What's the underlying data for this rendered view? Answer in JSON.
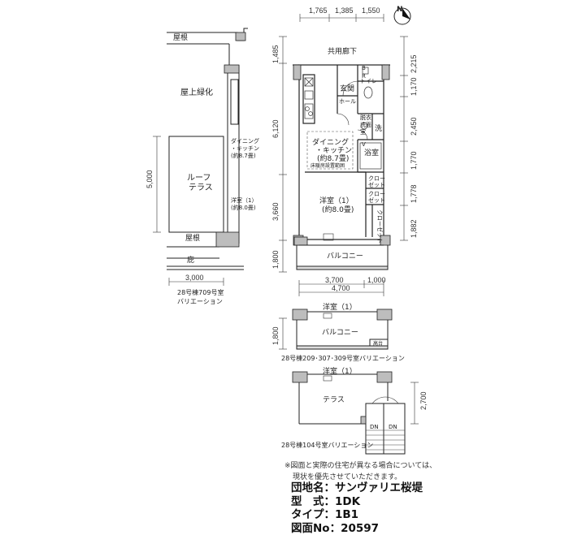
{
  "compass": {
    "label": "N"
  },
  "top_dims": [
    "1,765",
    "1,385",
    "1,550"
  ],
  "right_dims": [
    "2,215",
    "1,170",
    "2,450",
    "1,770",
    "1,778",
    "1,882"
  ],
  "left_dims": [
    "1,485",
    "6,120",
    "3,660",
    "1,800"
  ],
  "bottom_dims": {
    "a": "3,700",
    "b": "1,000",
    "total": "4,700"
  },
  "main_rooms": {
    "corridor": "共用廊下",
    "entrance": "玄関",
    "hall": "ホール",
    "toilet": "トイレ",
    "washroom": [
      "脱衣",
      "洗面",
      "室"
    ],
    "wash": "洗",
    "bath": "浴室",
    "dining": [
      "ダイニング",
      "・キッチン",
      "(約8.7畳)"
    ],
    "floor_heat": "床暖房設置範囲",
    "closet1": [
      "クロー",
      "ゼット"
    ],
    "closet2": [
      "クロー",
      "ゼット"
    ],
    "closet3": "クローゼット",
    "bedroom": [
      "洋室（1）",
      "(約8.0畳)"
    ],
    "balcony": "バルコニー",
    "b": "B",
    "r": "R",
    "v": "V"
  },
  "variation_709": {
    "rooftop": "屋根",
    "green": "屋上緑化",
    "roof_terrace": [
      "ルーフ",
      "テラス"
    ],
    "dining": [
      "ダイニング",
      "・キッチン",
      "(約8.7畳)"
    ],
    "bedroom": [
      "洋室（1）",
      "(約8.0畳)"
    ],
    "roof_bottom": "屋根",
    "eaves": "庇",
    "dim_width": "3,000",
    "dim_height": "5,000",
    "caption": [
      "28号棟709号室",
      "バリエーション"
    ]
  },
  "variation_209": {
    "bedroom": "洋室（1）",
    "balcony": "バルコニー",
    "skylight": "高台",
    "dim": "1,800",
    "caption": "28号棟209･307･309号室バリエーション"
  },
  "variation_104": {
    "bedroom": "洋室（1）",
    "terrace": "テラス",
    "dn1": "DN",
    "dn2": "DN",
    "dim": "2,700",
    "caption": "28号棟104号室バリエーション"
  },
  "note": [
    "※図面と実際の住宅が異なる場合については、",
    "現状を優先させていただきます。"
  ],
  "info": [
    {
      "label": "団地名",
      "value": "：サンヴァリエ桜堤"
    },
    {
      "label": "型　式",
      "value": "：1DK"
    },
    {
      "label": "タイプ",
      "value": "：1B1"
    },
    {
      "label": "図面No",
      "value": "：20597"
    }
  ]
}
